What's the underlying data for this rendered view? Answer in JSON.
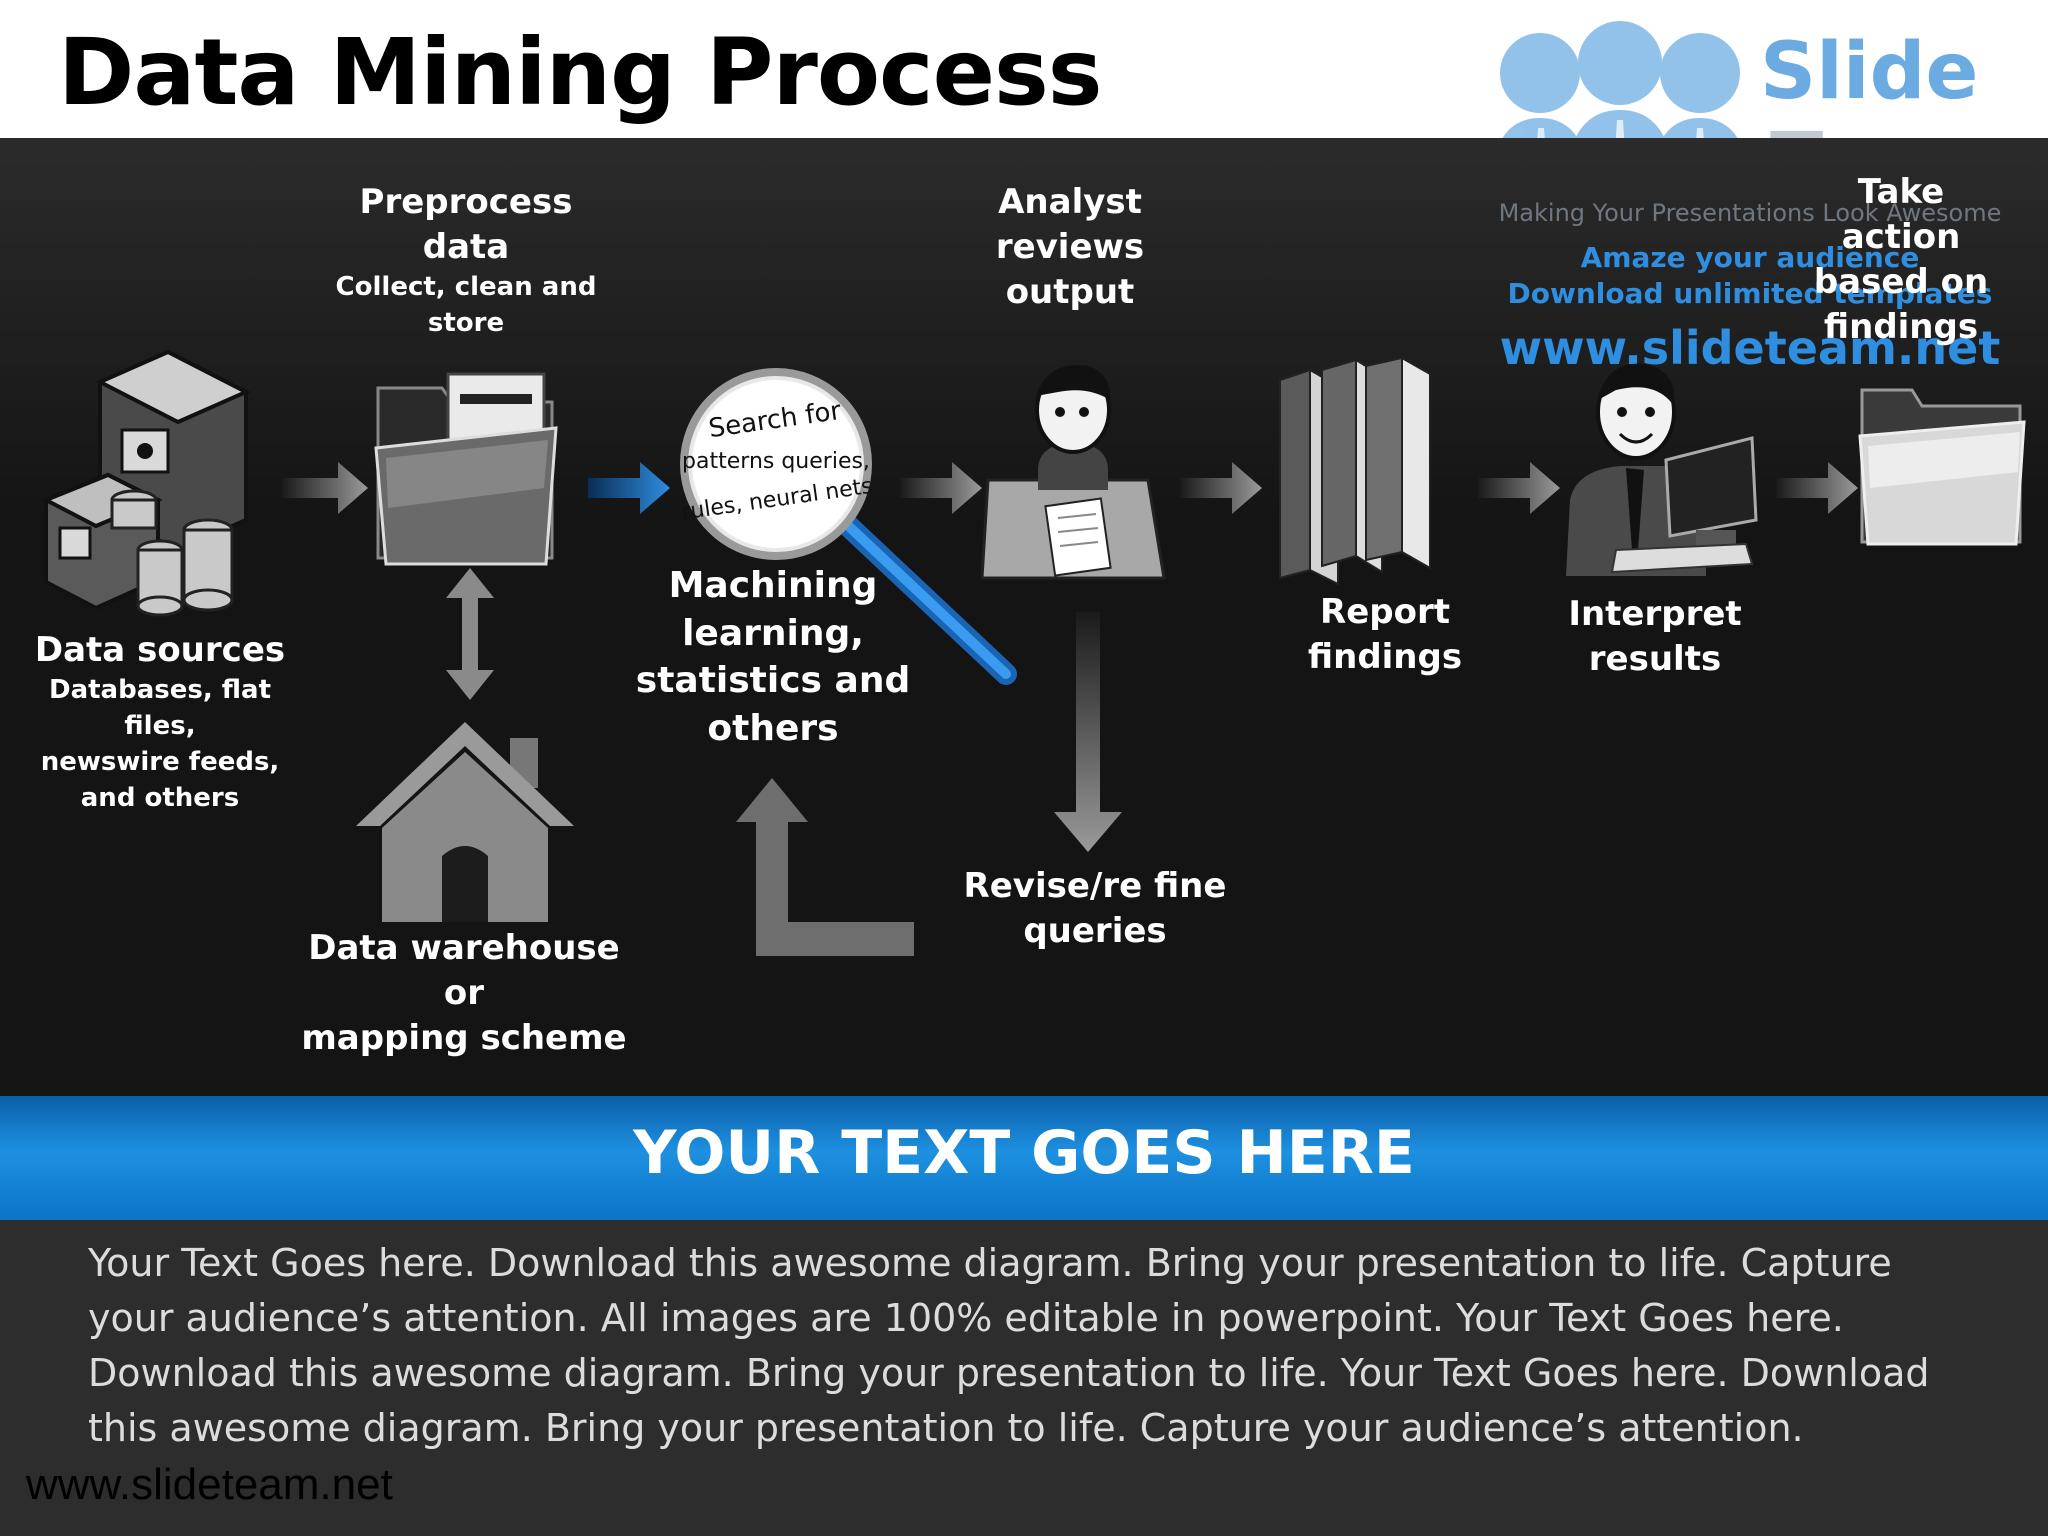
{
  "title": "Data Mining Process",
  "logo": {
    "brand_top": "Slide",
    "brand_bottom": "Team",
    "tagline": "Making Your Presentations Look Awesome",
    "line1": "Amaze your audience",
    "line2": "Download unlimited templates",
    "url": "www.slideteam.net"
  },
  "diagram": {
    "data_sources": {
      "title": "Data sources",
      "subtitle_lines": [
        "Databases, flat files,",
        "newswire feeds,",
        "and others"
      ]
    },
    "preprocess": {
      "title_lines": [
        "Preprocess",
        "data"
      ],
      "subtitle_lines": [
        "Collect, clean and",
        "store"
      ]
    },
    "warehouse": {
      "title_lines": [
        "Data warehouse or",
        "mapping scheme"
      ]
    },
    "machine": {
      "title_lines": [
        "Machining",
        "learning,",
        "statistics and",
        "others"
      ],
      "lens_lines": [
        "Search for",
        "patterns queries,",
        "rules, neural nets"
      ]
    },
    "analyst": {
      "title_lines": [
        "Analyst",
        "reviews",
        "output"
      ]
    },
    "revise": {
      "title_lines": [
        "Revise/re fine",
        "queries"
      ]
    },
    "report": {
      "title_lines": [
        "Report",
        "findings"
      ]
    },
    "interpret": {
      "title_lines": [
        "Interpret",
        "results"
      ]
    },
    "action": {
      "title_lines": [
        "Take",
        "action",
        "based on",
        "findings"
      ]
    }
  },
  "banner": {
    "heading": "YOUR TEXT GOES HERE"
  },
  "body": "Your Text Goes here. Download this awesome diagram. Bring your presentation to life. Capture your audience’s attention. All images are 100% editable in powerpoint. Your Text Goes here. Download this awesome diagram. Bring your presentation to life. Your Text Goes here. Download this awesome diagram. Bring your presentation to life. Capture your audience’s attention.",
  "footer": "www.slideteam.net",
  "colors": {
    "accent_blue": "#1e90e0",
    "arrow_gray": "#7a7a7a",
    "panel_dark": "#141414"
  }
}
